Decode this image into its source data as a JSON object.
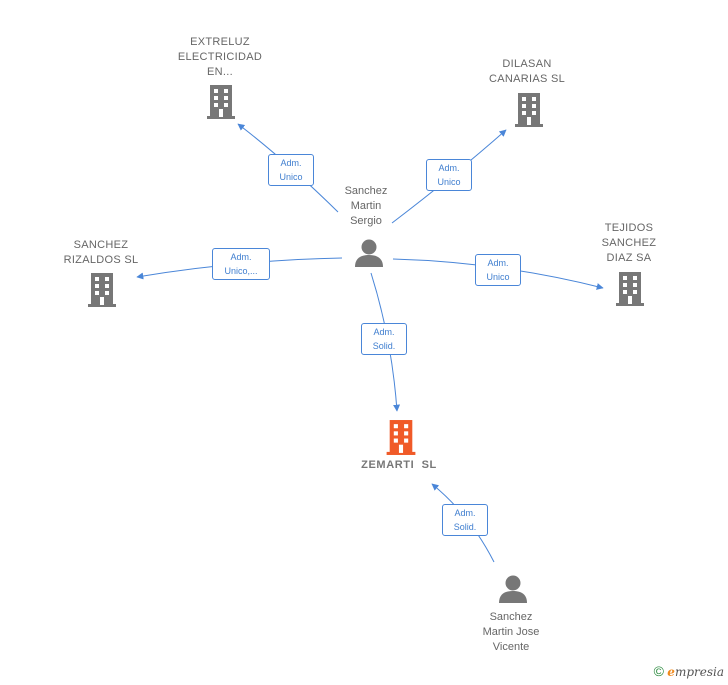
{
  "nodes": {
    "extreluz": {
      "lines": [
        "EXTRELUZ",
        "ELECTRICIDAD",
        "EN..."
      ]
    },
    "dilasan": {
      "lines": [
        "DILASAN",
        "CANARIAS SL"
      ]
    },
    "sergio": {
      "lines": [
        "Sanchez",
        "Martin",
        "Sergio"
      ]
    },
    "rizaldos": {
      "lines": [
        "SANCHEZ",
        "RIZALDOS SL"
      ]
    },
    "tejidos": {
      "lines": [
        "TEJIDOS",
        "SANCHEZ",
        "DIAZ SA"
      ]
    },
    "zemarti": {
      "lines": [
        "ZEMARTI  SL"
      ]
    },
    "jose": {
      "lines": [
        "Sanchez",
        "Martin Jose",
        "Vicente"
      ]
    }
  },
  "roles": {
    "extreluz": {
      "lines": [
        "Adm.",
        "Unico"
      ]
    },
    "dilasan": {
      "lines": [
        "Adm.",
        "Unico"
      ]
    },
    "rizaldos": {
      "lines": [
        "Adm.",
        "Unico,..."
      ]
    },
    "tejidos": {
      "lines": [
        "Adm.",
        "Unico"
      ]
    },
    "zemarti_sergio": {
      "lines": [
        "Adm.",
        "Solid."
      ]
    },
    "zemarti_jose": {
      "lines": [
        "Adm.",
        "Solid."
      ]
    }
  },
  "colors": {
    "edge": "#4a86d8",
    "company_icon": "#777777",
    "focus_icon": "#f05a28",
    "person_icon": "#777777"
  },
  "icons": {
    "company": "building-icon",
    "person": "person-icon"
  },
  "brand": {
    "copyright": "©",
    "first": "e",
    "rest": "mpresia"
  }
}
